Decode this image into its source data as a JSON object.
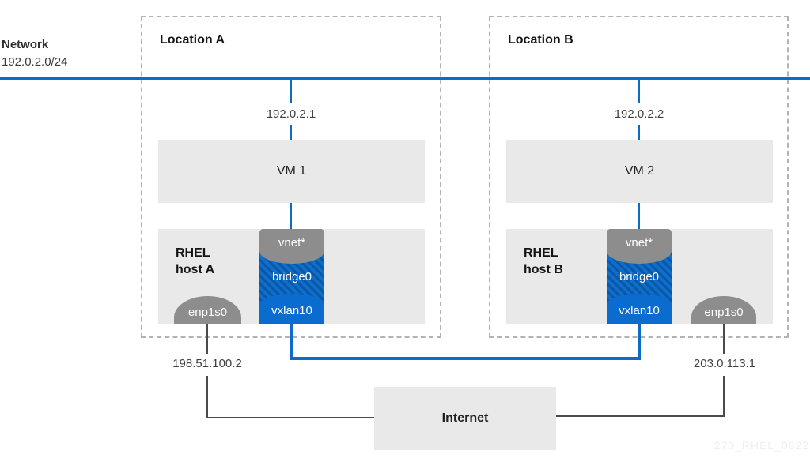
{
  "colors": {
    "blue": "#0c6cc8",
    "hatch_dark_blue": "#0a57a8",
    "badge_gray": "#8d8d8d",
    "box_gray": "#e9e9e9",
    "connector_gray": "#4b4b4b"
  },
  "network": {
    "label": "Network",
    "cidr": "192.0.2.0/24"
  },
  "locations": [
    {
      "name": "Location A",
      "vm_label": "VM 1",
      "vm_ip": "192.0.2.1",
      "host_line1": "RHEL",
      "host_line2": "host A",
      "vnet_label": "vnet*",
      "bridge_label": "bridge0",
      "vxlan_label": "vxlan10",
      "nic_label": "enp1s0",
      "public_ip": "198.51.100.2"
    },
    {
      "name": "Location B",
      "vm_label": "VM 2",
      "vm_ip": "192.0.2.2",
      "host_line1": "RHEL",
      "host_line2": "host B",
      "vnet_label": "vnet*",
      "bridge_label": "bridge0",
      "vxlan_label": "vxlan10",
      "nic_label": "enp1s0",
      "public_ip": "203.0.113.1"
    }
  ],
  "internet_label": "Internet",
  "watermark": "270_RHEL_0822"
}
